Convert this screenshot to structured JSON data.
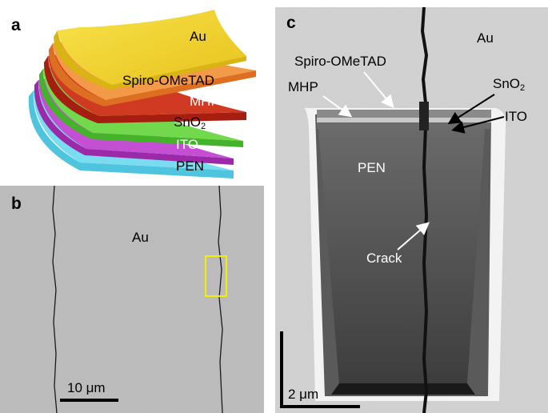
{
  "panels": {
    "a": {
      "letter": "a",
      "layers": [
        {
          "name": "Au",
          "color": "#f2d22b"
        },
        {
          "name": "Spiro-OMeTAD",
          "color": "#f0883a"
        },
        {
          "name": "MHP",
          "color": "#cc2a17"
        },
        {
          "name_main": "SnO",
          "name_sub": "2",
          "color": "#5fcf3a"
        },
        {
          "name": "ITO",
          "color": "#b63cc4"
        },
        {
          "name": "PEN",
          "color": "#62d3ea"
        }
      ]
    },
    "b": {
      "letter": "b",
      "label": "Au",
      "scale_bar": "10 μm",
      "highlight_color": "#f0f000"
    },
    "c": {
      "letter": "c",
      "labels": {
        "au": "Au",
        "spiro": "Spiro-OMeTAD",
        "mhp": "MHP",
        "sno_main": "SnO",
        "sno_sub": "2",
        "ito": "ITO",
        "pen": "PEN",
        "crack": "Crack"
      },
      "scale_bar": "2 μm"
    }
  }
}
